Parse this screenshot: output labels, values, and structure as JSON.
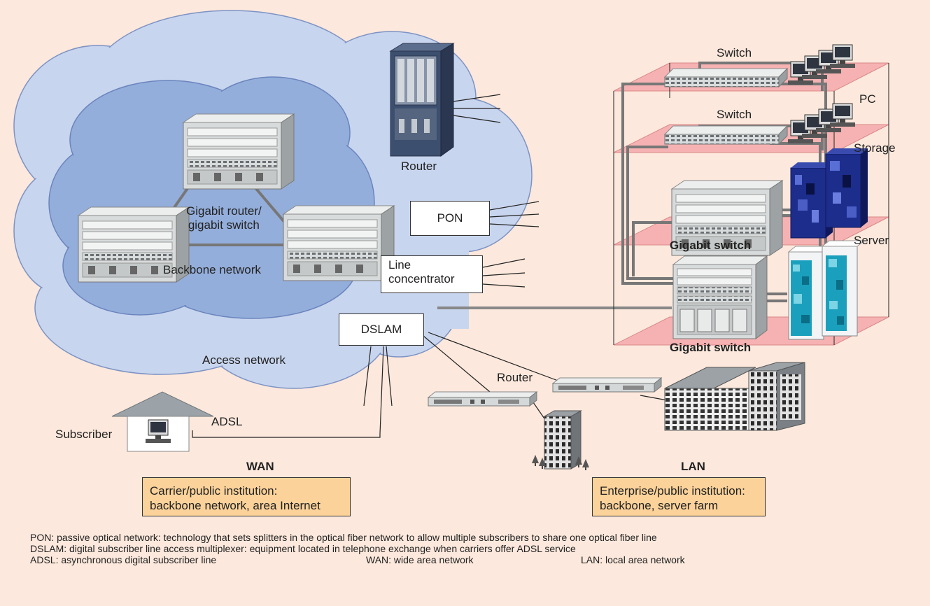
{
  "labels": {
    "switch_top": "Switch",
    "switch_mid": "Switch",
    "pc": "PC",
    "storage": "Storage",
    "server": "Server",
    "gigabit_switch_1": "Gigabit switch",
    "gigabit_switch_2": "Gigabit switch",
    "router_top": "Router",
    "router_lan": "Router",
    "gigabit_router_line1": "Gigabit router/",
    "gigabit_router_line2": "gigabit switch",
    "backbone_network": "Backbone network",
    "access_network": "Access network",
    "subscriber": "Subscriber",
    "adsl": "ADSL",
    "wan": "WAN",
    "lan": "LAN"
  },
  "boxes": {
    "pon": "PON",
    "line_concentrator_1": "Line",
    "line_concentrator_2": "concentrator",
    "dslam": "DSLAM"
  },
  "info_boxes": {
    "wan_line1": "Carrier/public institution:",
    "wan_line2": "backbone network, area Internet",
    "lan_line1": "Enterprise/public institution:",
    "lan_line2": "backbone, server farm"
  },
  "legend": {
    "pon": "PON: passive optical network: technology that sets splitters in the optical fiber network to allow multiple subscribers to share one optical fiber line",
    "dslam": "DSLAM: digital subscriber line access multiplexer: equipment located in telephone exchange when carriers offer ADSL service",
    "adsl": "ADSL: asynchronous digital subscriber line",
    "wan": "WAN: wide area network",
    "lan": "LAN: local area network"
  },
  "colors": {
    "background": "#fce8dc",
    "access_cloud": "#c8d5ee",
    "backbone_cloud": "#94aedb",
    "rack_floor": "#f6b2b2",
    "info_box": "#fbd29a",
    "equipment": "#dfe2e2",
    "router_cabinet": "#3c4f6e",
    "storage_blue": "#1d2d8c",
    "server_cyan": "#1aa0bd"
  }
}
